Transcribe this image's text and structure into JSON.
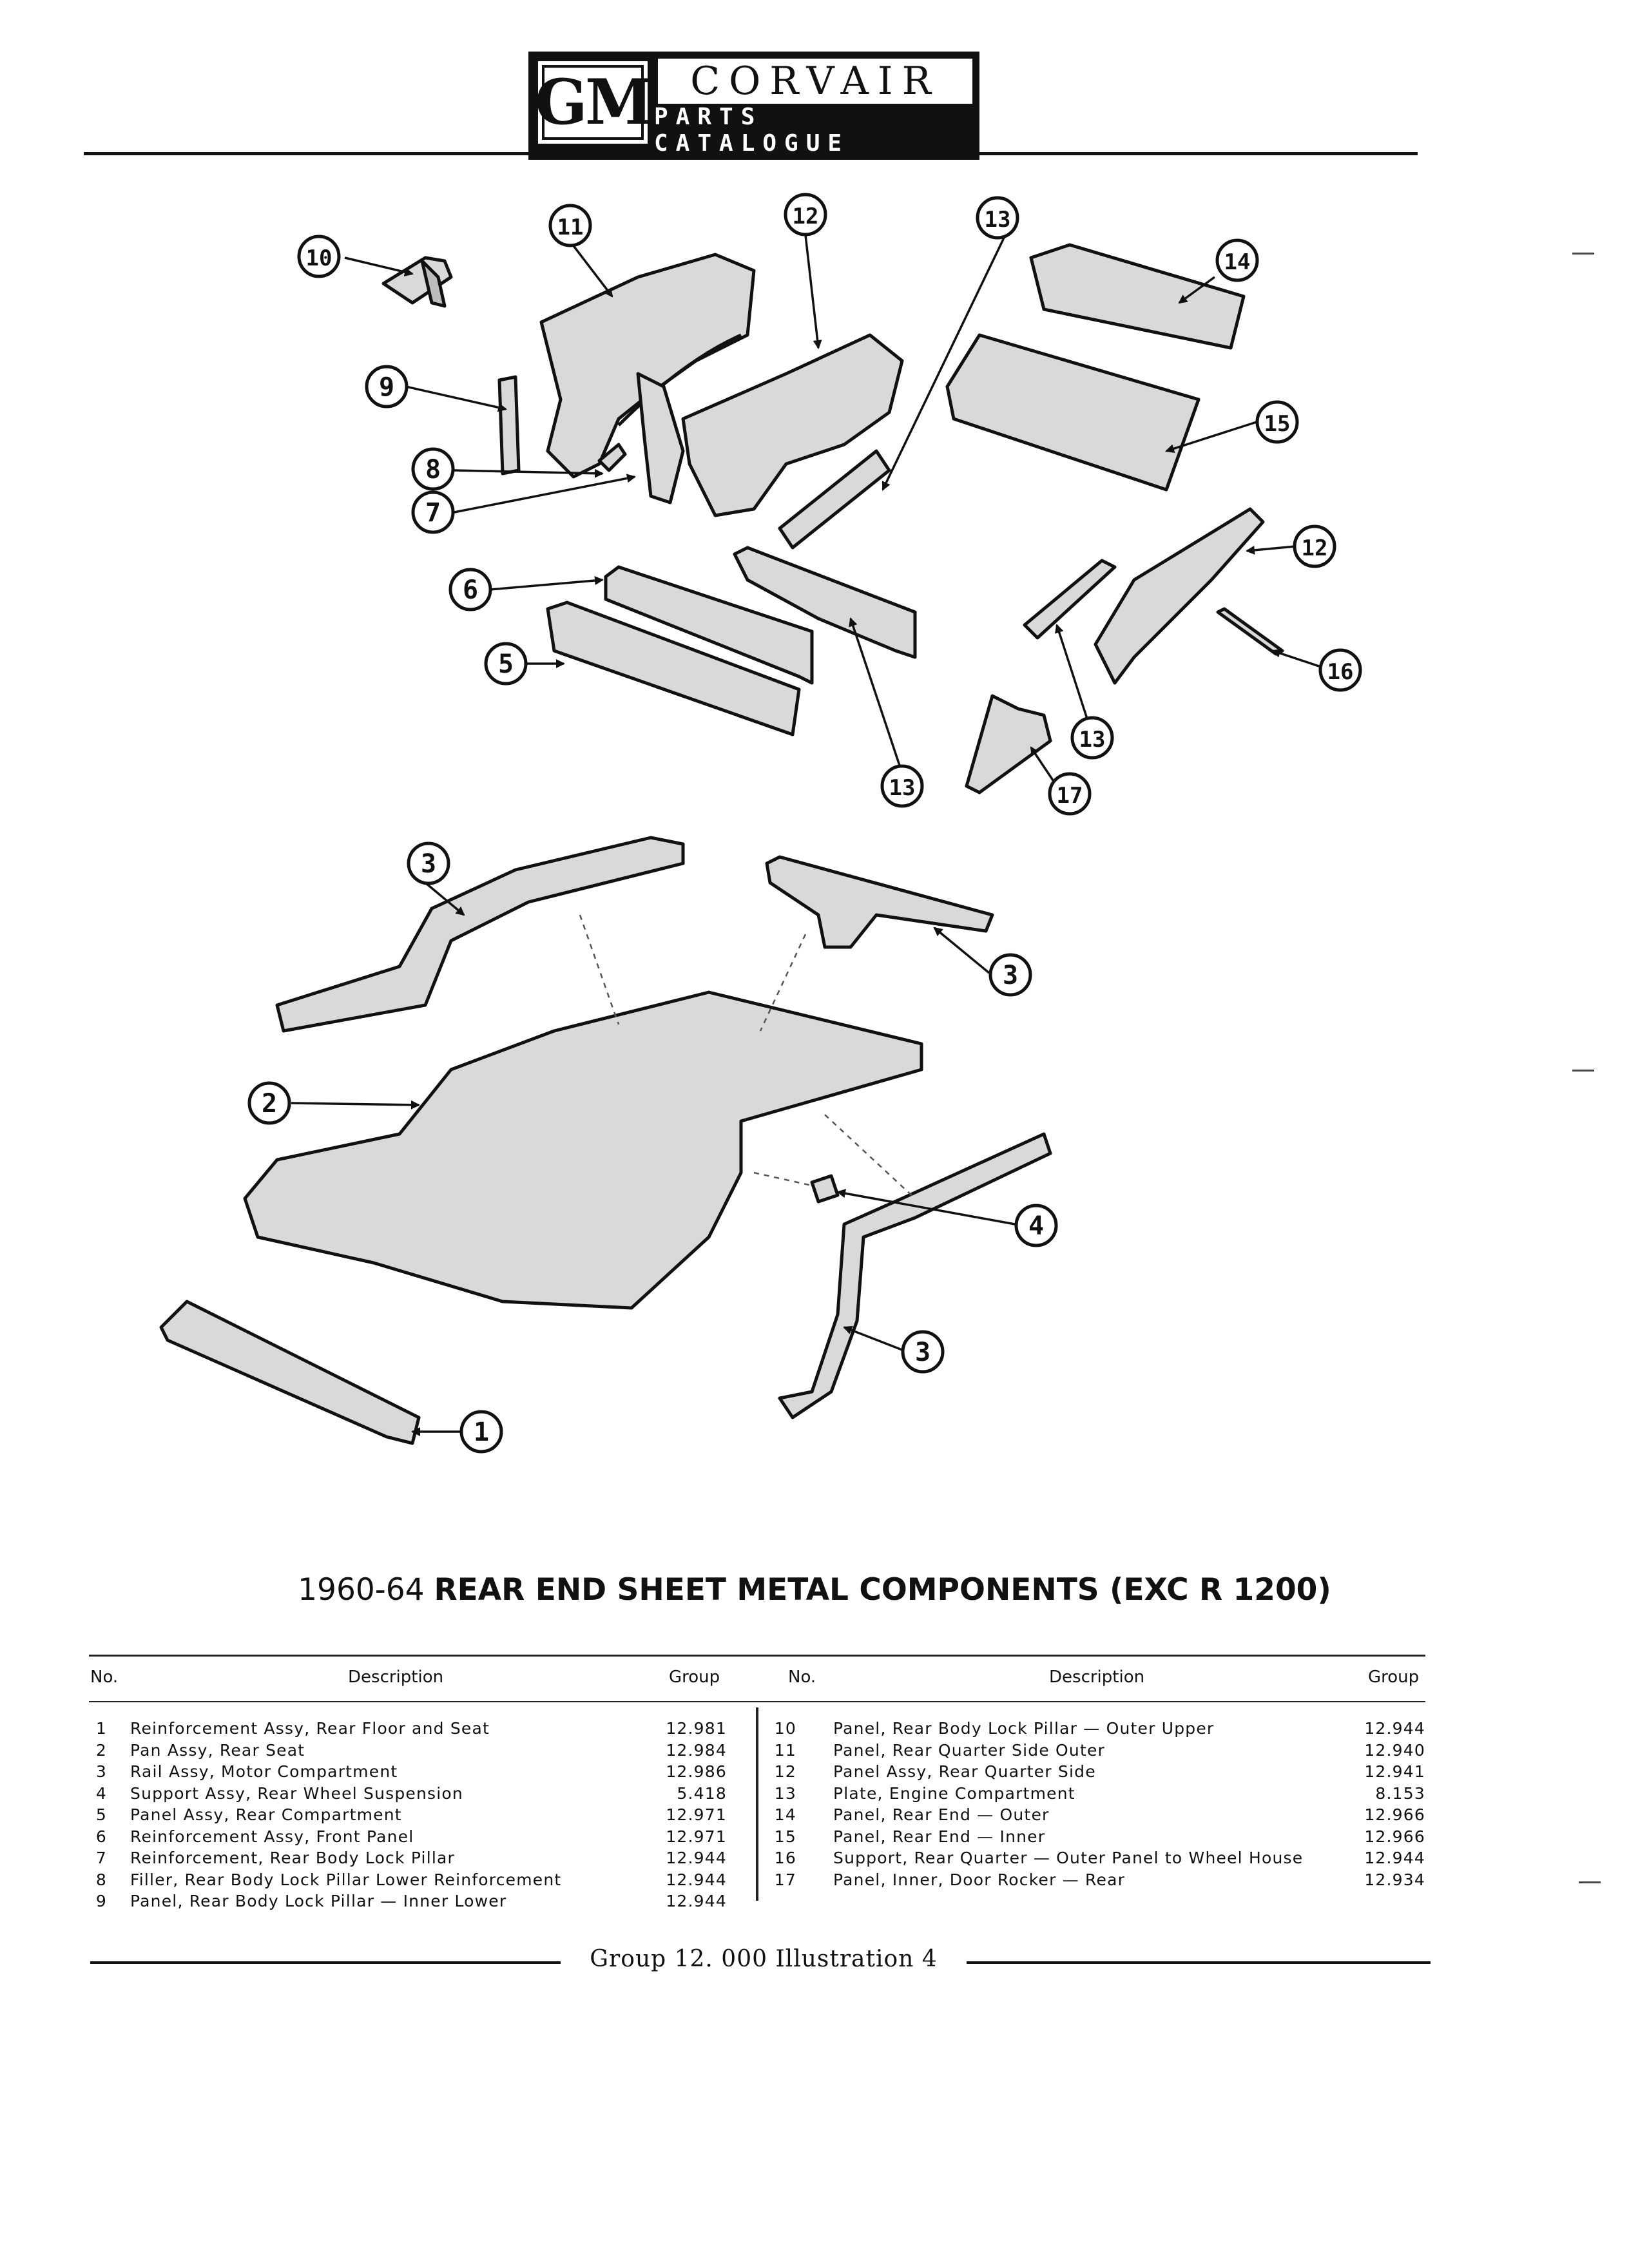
{
  "header": {
    "logo": "GM",
    "brand": "CORVAIR",
    "subtitle": "PARTS CATALOGUE"
  },
  "callouts": [
    "10",
    "11",
    "12",
    "13",
    "14",
    "9",
    "8",
    "7",
    "15",
    "6",
    "12",
    "5",
    "16",
    "13",
    "13",
    "17",
    "3",
    "3",
    "2",
    "4",
    "3",
    "1"
  ],
  "title": {
    "year": "1960-64",
    "text": "REAR END SHEET METAL COMPONENTS (EXC R 1200)"
  },
  "table": {
    "headers": {
      "no": "No.",
      "description": "Description",
      "group": "Group"
    },
    "left": [
      {
        "no": "1",
        "description": "Reinforcement Assy, Rear Floor and Seat",
        "group": "12.981"
      },
      {
        "no": "2",
        "description": "Pan Assy, Rear Seat",
        "group": "12.984"
      },
      {
        "no": "3",
        "description": "Rail Assy, Motor Compartment",
        "group": "12.986"
      },
      {
        "no": "4",
        "description": "Support Assy, Rear Wheel Suspension",
        "group": "5.418"
      },
      {
        "no": "5",
        "description": "Panel Assy, Rear Compartment",
        "group": "12.971"
      },
      {
        "no": "6",
        "description": "Reinforcement Assy, Front Panel",
        "group": "12.971"
      },
      {
        "no": "7",
        "description": "Reinforcement, Rear Body Lock Pillar",
        "group": "12.944"
      },
      {
        "no": "8",
        "description": "Filler, Rear Body Lock Pillar Lower Reinforcement",
        "group": "12.944"
      },
      {
        "no": "9",
        "description": "Panel, Rear Body Lock Pillar — Inner Lower",
        "group": "12.944"
      }
    ],
    "right": [
      {
        "no": "10",
        "description": "Panel, Rear Body Lock Pillar — Outer Upper",
        "group": "12.944"
      },
      {
        "no": "11",
        "description": "Panel, Rear Quarter Side Outer",
        "group": "12.940"
      },
      {
        "no": "12",
        "description": "Panel Assy, Rear Quarter Side",
        "group": "12.941"
      },
      {
        "no": "13",
        "description": "Plate, Engine Compartment",
        "group": "8.153"
      },
      {
        "no": "14",
        "description": "Panel, Rear End — Outer",
        "group": "12.966"
      },
      {
        "no": "15",
        "description": "Panel, Rear End — Inner",
        "group": "12.966"
      },
      {
        "no": "16",
        "description": "Support, Rear Quarter — Outer Panel to Wheel House",
        "group": "12.944"
      },
      {
        "no": "17",
        "description": "Panel, Inner, Door Rocker — Rear",
        "group": "12.934"
      }
    ]
  },
  "footer": "Group 12. 000  Illustration 4"
}
